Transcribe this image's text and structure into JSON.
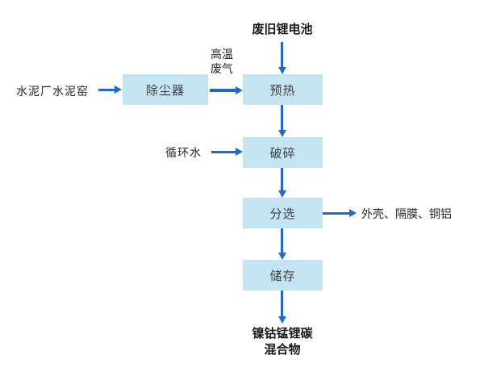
{
  "diagram": {
    "source_top": "废旧锂电池",
    "nodes": {
      "dust_collector": "除尘器",
      "preheat": "预热",
      "crush": "破碎",
      "sort": "分选",
      "store": "储存"
    },
    "labels": {
      "cement_kiln": "水泥厂水泥窑",
      "hot_exhaust_gas": "高温\n废气",
      "circulating_water": "循环水",
      "sort_output": "外壳、隔膜、铜铝",
      "final_mixture": "镍钴锰锂碳\n混合物"
    },
    "colors": {
      "box_fill": "#c4e3f3",
      "arrow": "#2267d0",
      "box_text": "#3f3f3f",
      "label_text": "#262626"
    }
  }
}
